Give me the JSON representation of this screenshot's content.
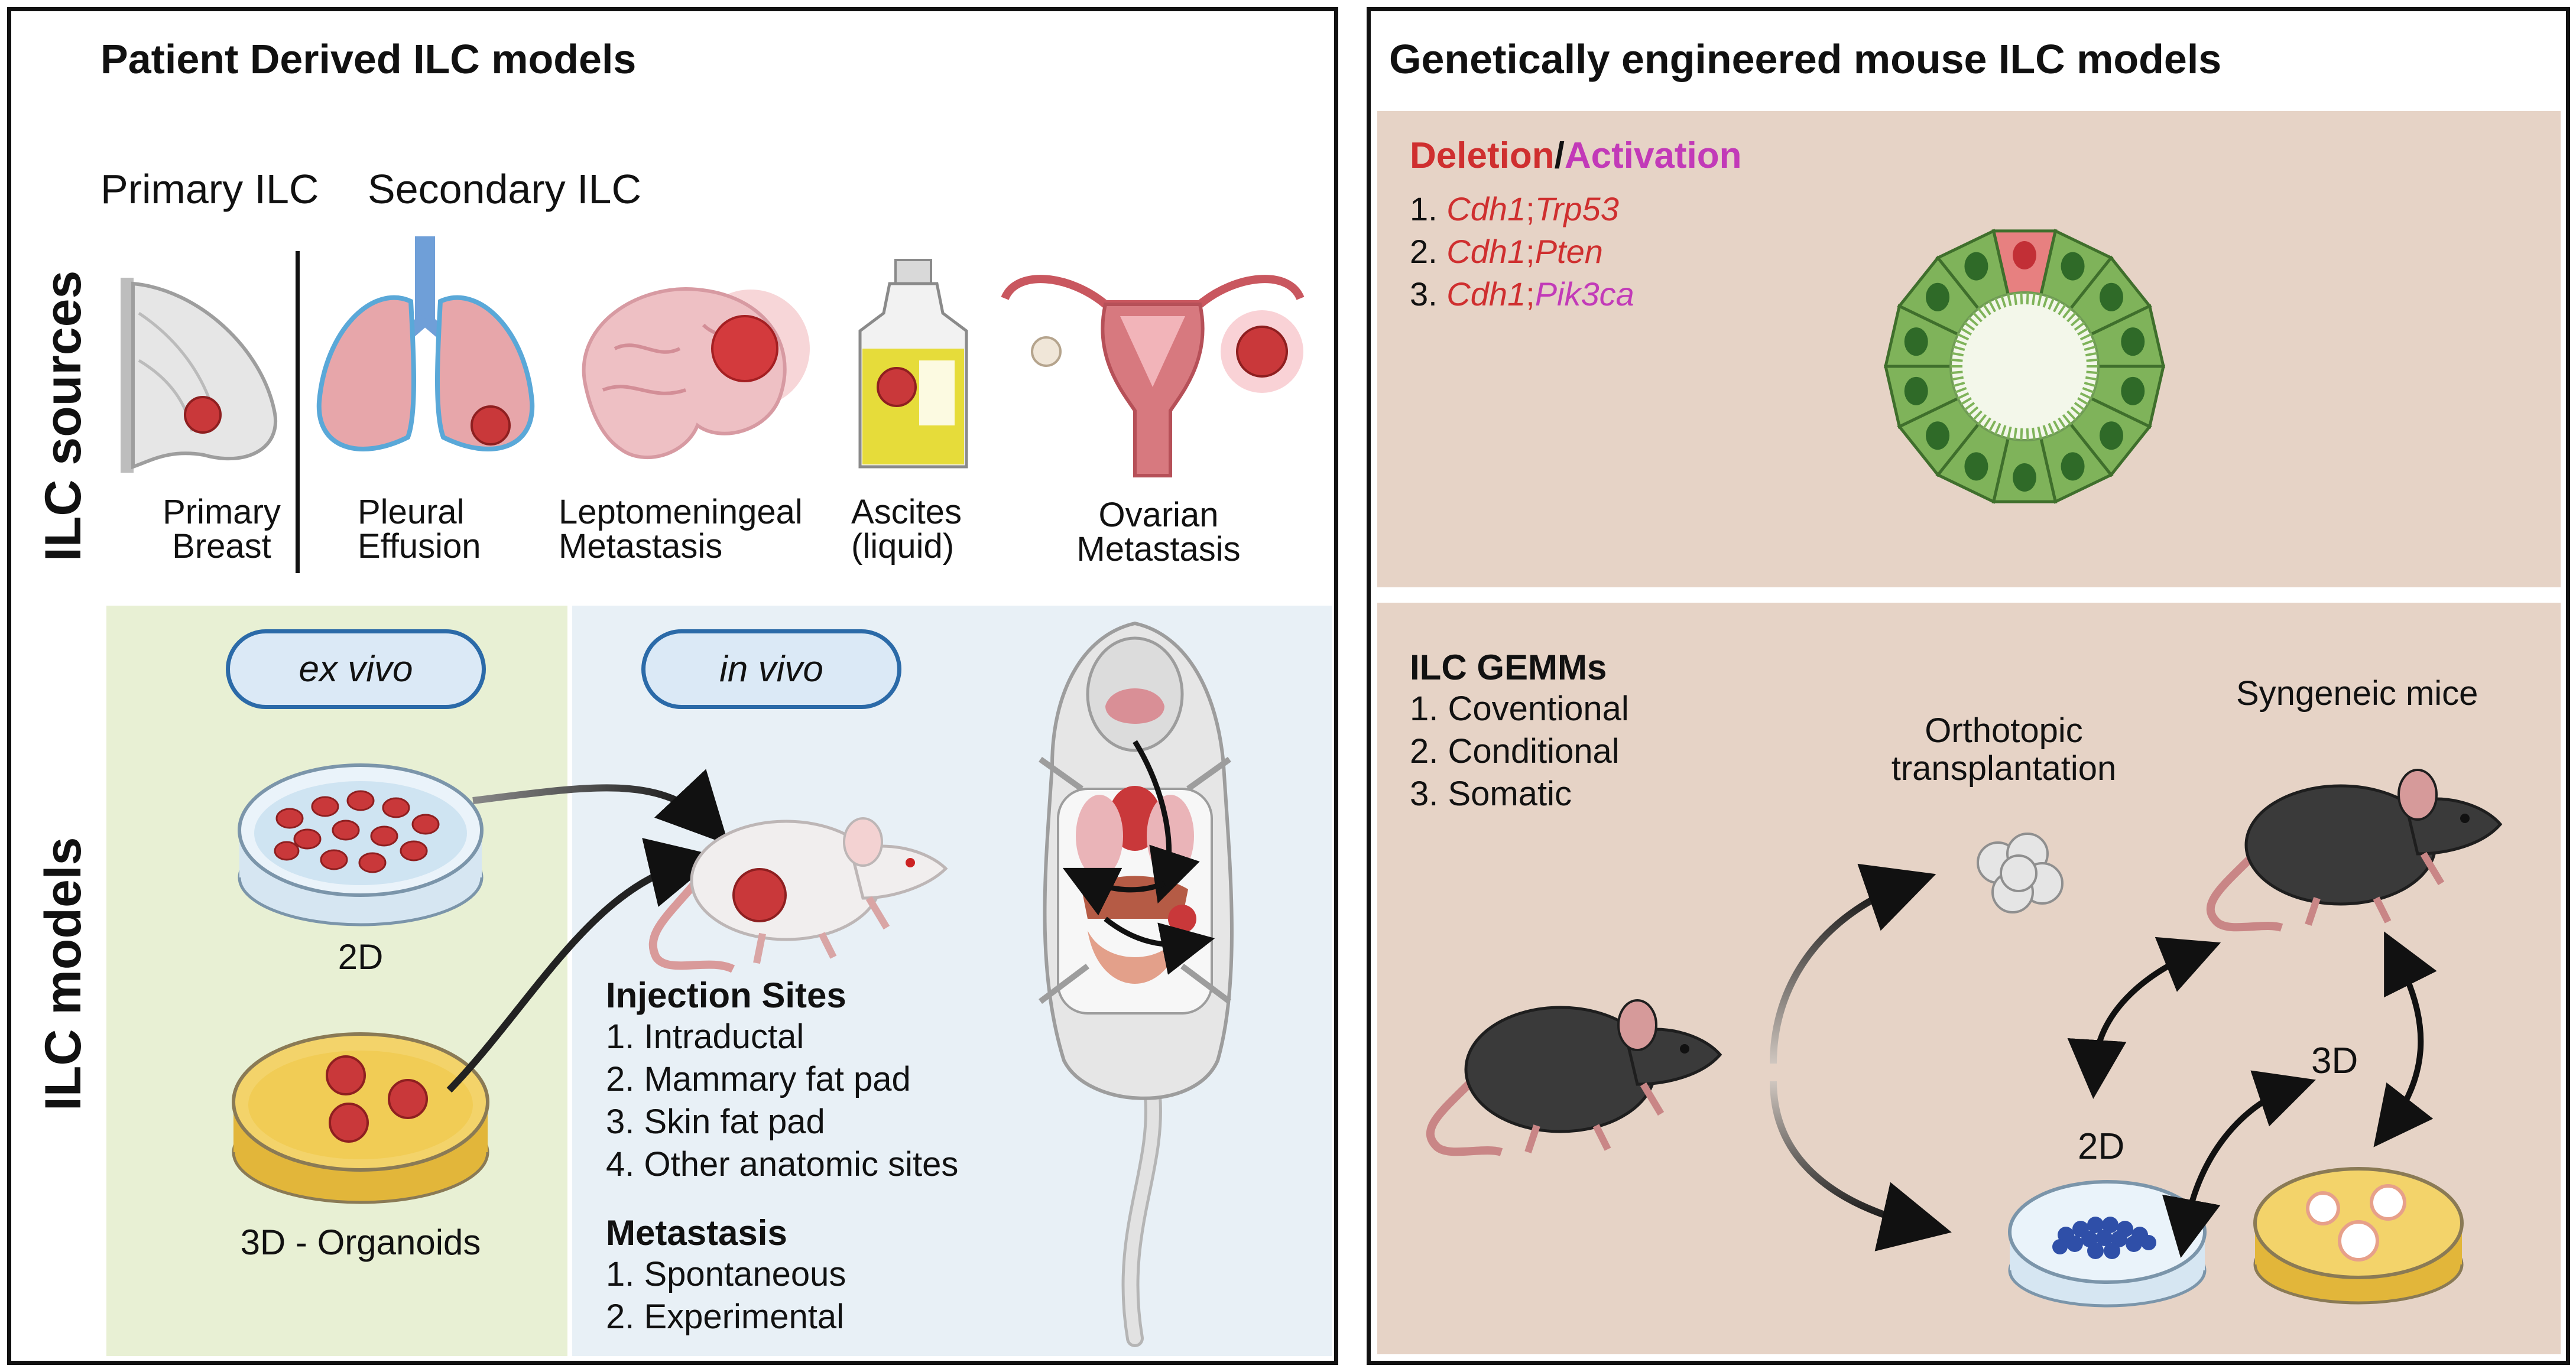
{
  "left_panel": {
    "title": "Patient Derived ILC models",
    "primary_heading": "Primary ILC",
    "secondary_heading": "Secondary ILC",
    "sources_axis_label": "ILC sources",
    "models_axis_label": "ILC models",
    "sources": [
      {
        "line1": "Primary",
        "line2": "Breast"
      },
      {
        "line1": "Pleural",
        "line2": "Effusion"
      },
      {
        "line1": "Leptomeningeal",
        "line2": "Metastasis"
      },
      {
        "line1": "Ascites",
        "line2": "(liquid)"
      },
      {
        "line1": "Ovarian",
        "line2": "Metastasis"
      }
    ],
    "ex_vivo_label": "ex vivo",
    "in_vivo_label": "in vivo",
    "dish_2d_label": "2D",
    "dish_3d_label": "3D - Organoids",
    "injection": {
      "heading": "Injection Sites",
      "items": [
        "1. Intraductal",
        "2. Mammary fat pad",
        "3. Skin fat pad",
        "4. Other anatomic sites"
      ]
    },
    "metastasis": {
      "heading": "Metastasis",
      "items": [
        "1. Spontaneous",
        "2. Experimental"
      ]
    }
  },
  "right_panel": {
    "title": "Genetically engineered mouse ILC models",
    "deletion_label": "Deletion",
    "slash": "/",
    "activation_label": "Activation",
    "genes": [
      {
        "num": "1. ",
        "a": "Cdh1",
        "sep": ";",
        "b": "Trp53"
      },
      {
        "num": "2. ",
        "a": "Cdh1",
        "sep": ";",
        "b": "Pten"
      },
      {
        "num": "3. ",
        "a": "Cdh1",
        "sep": ";",
        "b": "Pik3ca"
      }
    ],
    "gemms": {
      "heading": "ILC GEMMs",
      "items": [
        "1. Coventional",
        "2. Conditional",
        "3. Somatic"
      ]
    },
    "orthotopic_line1": "Orthotopic",
    "orthotopic_line2": "transplantation",
    "syngeneic_label": "Syngeneic mice",
    "label_2d": "2D",
    "label_3d": "3D"
  },
  "colors": {
    "beige": "#e6d3c6",
    "ex_vivo_bg": "#e8f0d4",
    "in_vivo_bg": "#e8f0f6",
    "tumor": "#c9383a",
    "pill_border": "#2b6aa8",
    "deletion": "#cf2f2f",
    "activation": "#c23ab8"
  }
}
